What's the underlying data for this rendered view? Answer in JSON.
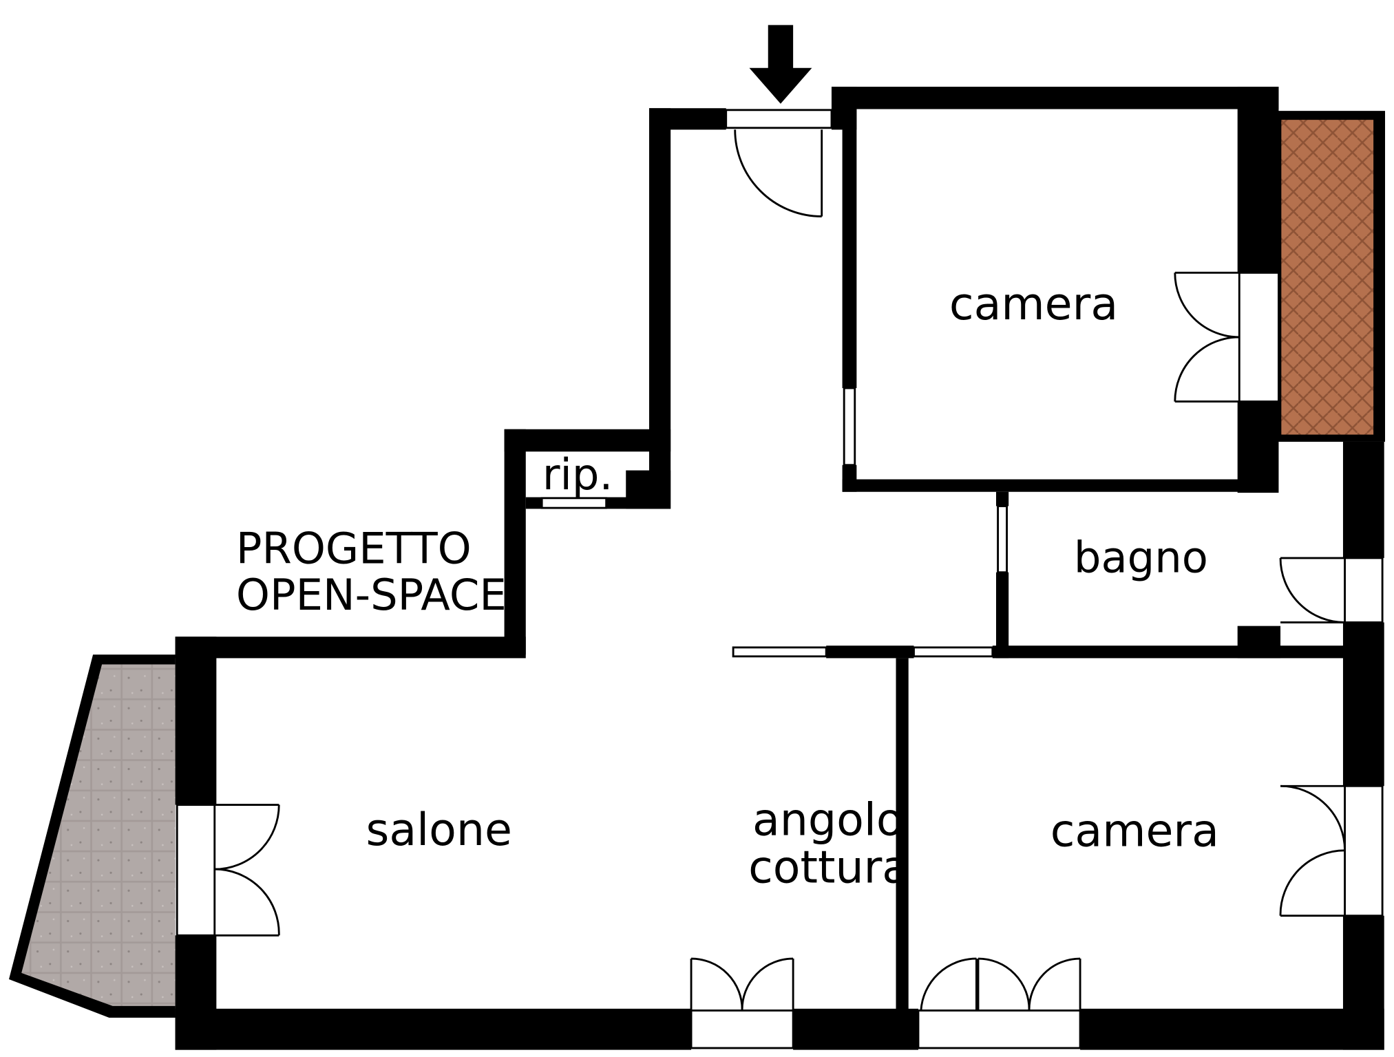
{
  "plan": {
    "note_line1": "PROGETTO",
    "note_line2": "OPEN-SPACE",
    "rooms": {
      "camera_top": "camera",
      "bagno": "bagno",
      "rip": "rip.",
      "salone": "salone",
      "angolo_line1": "angolo",
      "angolo_line2": "cottura",
      "camera_bottom": "camera"
    },
    "entrance_marker": "entrance-arrow-icon"
  }
}
